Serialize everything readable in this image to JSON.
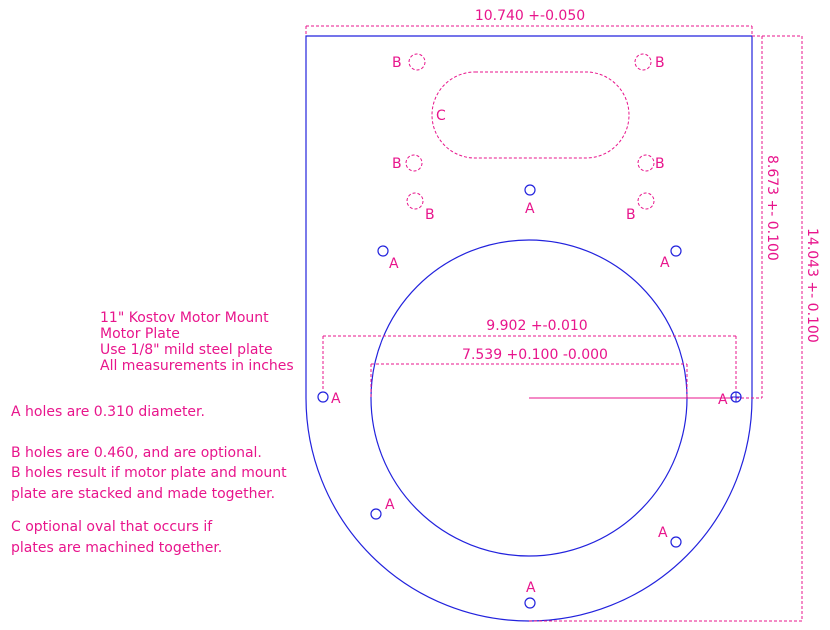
{
  "colors": {
    "outline": "#2222dd",
    "annotation": "#e8158c"
  },
  "title_block": {
    "line1": "11\" Kostov Motor Mount",
    "line2": "Motor Plate",
    "line3": "Use 1/8\" mild steel plate",
    "line4": "All measurements in inches"
  },
  "notes": {
    "a_holes": "A holes are 0.310 diameter.",
    "b_holes_1": "B holes are 0.460, and are optional.",
    "b_holes_2": "B holes result if motor plate and mount",
    "b_holes_3": "plate are stacked and made together.",
    "c_oval_1": "C optional oval that occurs if",
    "c_oval_2": "plates are machined together."
  },
  "dimensions": {
    "overall_width": "10.740 +-0.050",
    "upper_height": "8.673 +- 0.100",
    "overall_height": "14.043 +- 0.100",
    "bolt_circle": "9.902 +-0.010",
    "bore_diameter": "7.539 +0.100 -0.000"
  },
  "hole_labels": {
    "a": "A",
    "b": "B",
    "c": "C"
  }
}
